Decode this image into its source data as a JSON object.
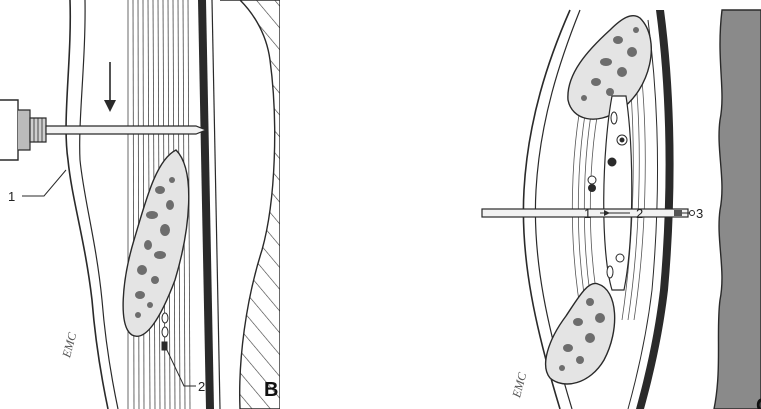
{
  "panels": [
    {
      "letter": "B",
      "labels": [
        "1",
        "2"
      ],
      "watermark": "EMC"
    },
    {
      "letter": "C",
      "labels": [
        "1",
        "2",
        "3"
      ],
      "watermark": "EMC"
    }
  ],
  "colors": {
    "background": "#ffffff",
    "line": "#2a2a2a",
    "bone_fill": "#e4e4e4",
    "bone_spots": "#6d6d6d",
    "soft_tissue": "#8a8a8a",
    "hatch": "#3a3a3a"
  }
}
